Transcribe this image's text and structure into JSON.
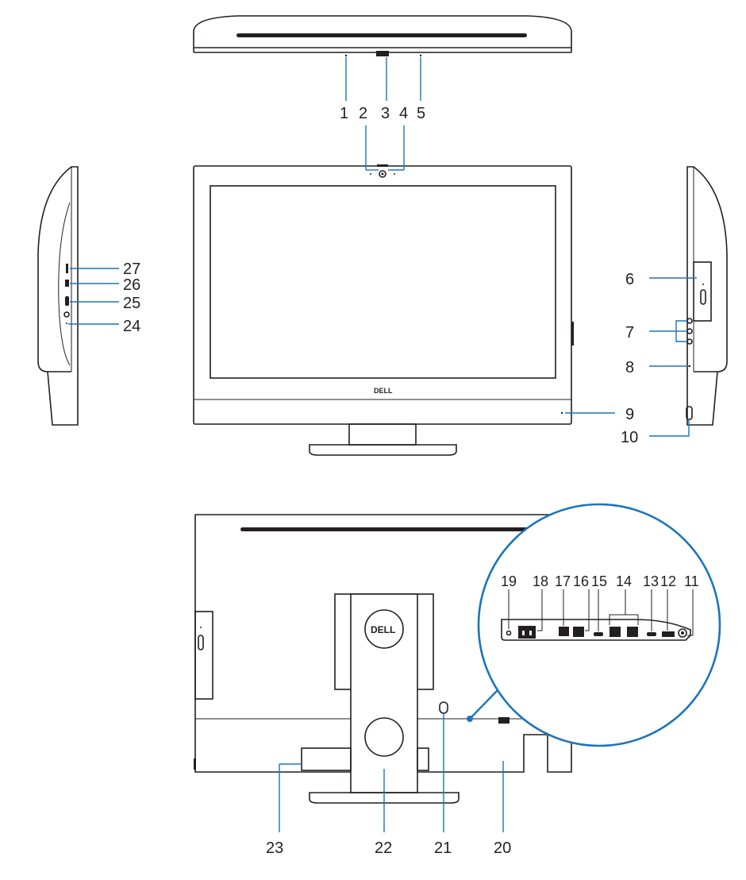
{
  "callouts": {
    "c1": "1",
    "c2": "2",
    "c3": "3",
    "c4": "4",
    "c5": "5",
    "c6": "6",
    "c7": "7",
    "c8": "8",
    "c9": "9",
    "c10": "10",
    "c11": "11",
    "c12": "12",
    "c13": "13",
    "c14": "14",
    "c15": "15",
    "c16": "16",
    "c17": "17",
    "c18": "18",
    "c19": "19",
    "c20": "20",
    "c21": "21",
    "c22": "22",
    "c23": "23",
    "c24": "24",
    "c25": "25",
    "c26": "26",
    "c27": "27"
  },
  "logo_text": "DELL",
  "colors": {
    "callout_line": "#1b75bc",
    "drawing": "#231f20"
  }
}
